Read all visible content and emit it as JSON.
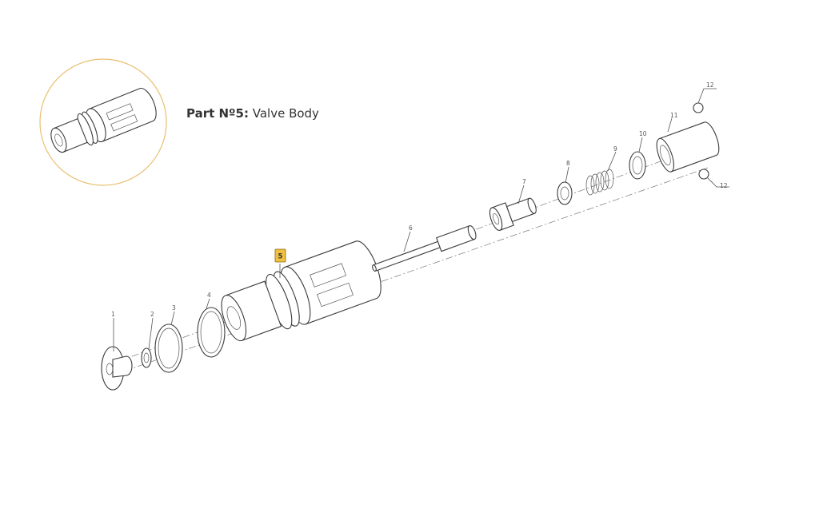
{
  "title": {
    "prefix": "Part Nº5:",
    "name": "Valve Body"
  },
  "highlight_color": "#f0c040",
  "zoom_ring_color": "#e8c070",
  "labels": [
    "1",
    "2",
    "3",
    "4",
    "5",
    "6",
    "7",
    "8",
    "9",
    "10",
    "11",
    "12",
    "12"
  ]
}
